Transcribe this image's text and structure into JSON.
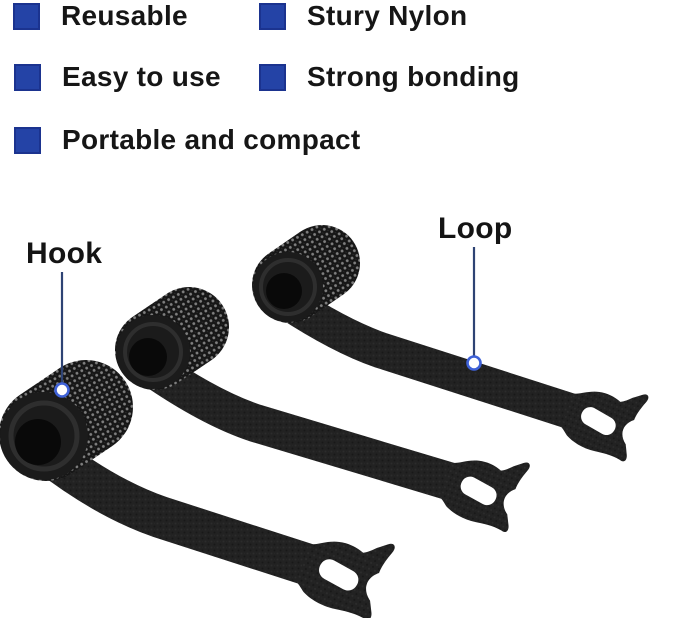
{
  "features": {
    "items": [
      {
        "label": "Reusable"
      },
      {
        "label": "Stury Nylon"
      },
      {
        "label": "Easy to use"
      },
      {
        "label": "Strong bonding"
      },
      {
        "label": "Portable and compact"
      }
    ],
    "bullet_color": "#2443A6"
  },
  "callouts": {
    "hook_label": "Hook",
    "loop_label": "Loop",
    "line_color": "#2E4374",
    "marker_ring_color": "#3F62D8",
    "marker_fill": "#FFFFFF"
  },
  "product": {
    "visible_tie_count": 3,
    "strap_color": "#212121",
    "hook_roll_dot_color": "#808080",
    "background_color": "#FFFFFF"
  },
  "icons": {
    "bullet": "square-bullet-icon",
    "hook_marker": "hook-marker-dot-icon",
    "loop_marker": "loop-marker-dot-icon"
  }
}
